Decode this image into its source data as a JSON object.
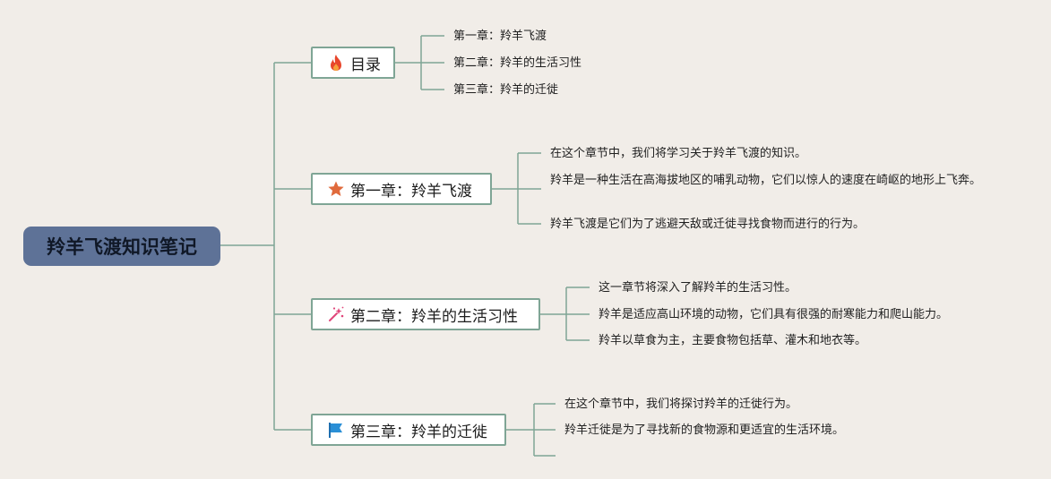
{
  "root": {
    "title": "羚羊飞渡知识笔记"
  },
  "branches": [
    {
      "label": "目录",
      "icon": "fire-icon",
      "items": [
        "第一章：羚羊飞渡",
        "第二章：羚羊的生活习性",
        "第三章：羚羊的迁徙"
      ]
    },
    {
      "label": "第一章：羚羊飞渡",
      "icon": "star-icon",
      "items": [
        "在这个章节中，我们将学习关于羚羊飞渡的知识。",
        "羚羊是一种生活在高海拔地区的哺乳动物，它们以惊人的速度在崎岖的地形上飞奔。",
        "羚羊飞渡是它们为了逃避天敌或迁徙寻找食物而进行的行为。"
      ]
    },
    {
      "label": "第二章：羚羊的生活习性",
      "icon": "sparkle-wand-icon",
      "items": [
        "这一章节将深入了解羚羊的生活习性。",
        "羚羊是适应高山环境的动物，它们具有很强的耐寒能力和爬山能力。",
        "羚羊以草食为主，主要食物包括草、灌木和地衣等。"
      ]
    },
    {
      "label": "第三章：羚羊的迁徙",
      "icon": "flag-icon",
      "items": [
        "在这个章节中，我们将探讨羚羊的迁徙行为。",
        "羚羊迁徙是为了寻找新的食物源和更适宜的生活环境。",
        ""
      ]
    }
  ],
  "colors": {
    "background": "#f1ede8",
    "connector": "#7fa595",
    "root_fill": "#5e7297",
    "fire": "#e8462b",
    "star": "#e06a3c",
    "sparkle": "#e0457a",
    "flag": "#2a8fd6"
  }
}
